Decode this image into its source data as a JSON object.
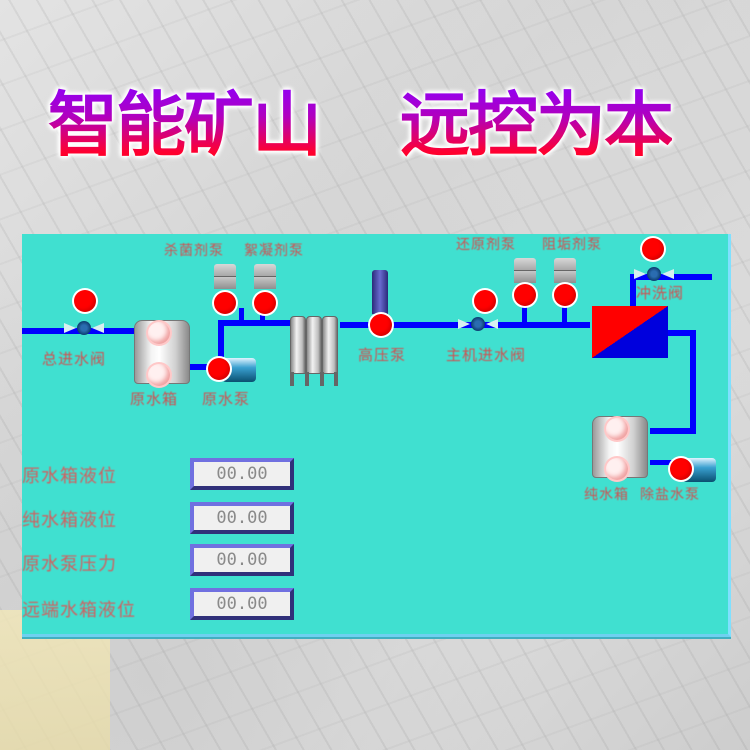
{
  "headline": {
    "left": "智能矿山",
    "right": "远控为本"
  },
  "panel": {
    "background": "#40e0d0",
    "pipe_color": "#0000ff",
    "indicator_on_color": "#ff0000",
    "label_color": "#d05050",
    "components": {
      "main_inlet_valve": "总进水阀",
      "raw_water_tank": "原水箱",
      "raw_water_pump": "原水泵",
      "bactericide_pump": "杀菌剂泵",
      "flocculant_pump": "絮凝剂泵",
      "high_pressure_pump": "高压泵",
      "host_inlet_valve": "主机进水阀",
      "reductant_pump": "还原剂泵",
      "antiscalant_pump": "阻垢剂泵",
      "flush_valve": "冲洗阀",
      "pure_water_tank": "纯水箱",
      "desalted_water_pump": "除盐水泵"
    },
    "readouts": [
      {
        "label": "原水箱液位",
        "value": "00.00"
      },
      {
        "label": "纯水箱液位",
        "value": "00.00"
      },
      {
        "label": "原水泵压力",
        "value": "00.00"
      },
      {
        "label": "远端水箱液位",
        "value": "00.00"
      }
    ]
  }
}
